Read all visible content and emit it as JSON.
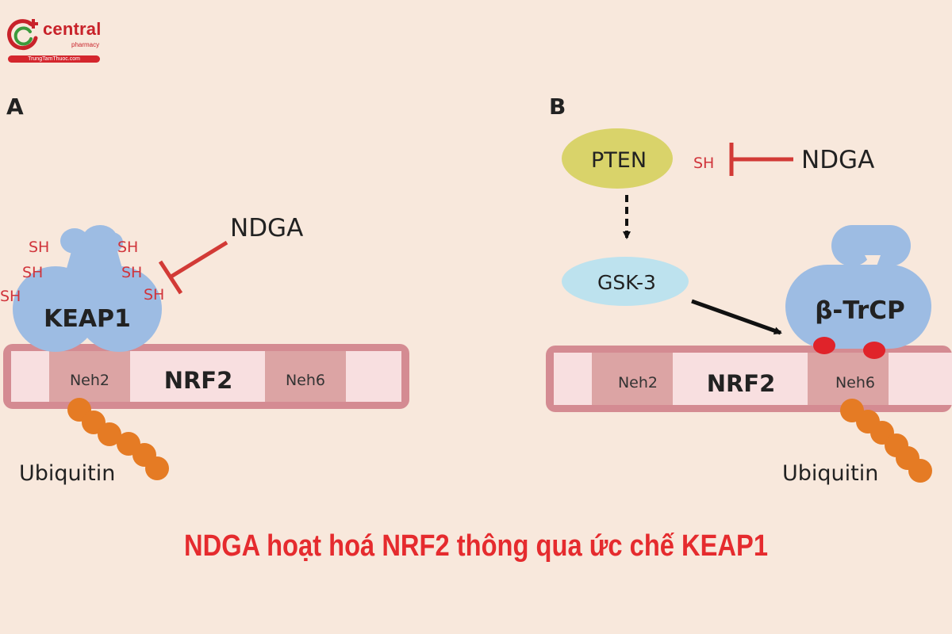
{
  "logo": {
    "brand": "central",
    "sub": "pharmacy",
    "site": "TrungTamThuoc.com"
  },
  "panel_a": {
    "label": "A",
    "sh": [
      "SH",
      "SH",
      "SH",
      "SH",
      "SH",
      "SH"
    ],
    "ndga": "NDGA",
    "keap1": "KEAP1",
    "nrf2": "NRF2",
    "neh2": "Neh2",
    "neh6": "Neh6",
    "ubiquitin": "Ubiquitin"
  },
  "panel_b": {
    "label": "B",
    "pten": "PTEN",
    "sh": "SH",
    "ndga": "NDGA",
    "gsk3": "GSK-3",
    "btrcp": "β-TrCP",
    "nrf2": "NRF2",
    "neh2": "Neh2",
    "neh6": "Neh6",
    "ubiquitin": "Ubiquitin"
  },
  "caption": "NDGA hoạt hoá NRF2 thông qua ức chế KEAP1",
  "colors": {
    "background": "#f8e8dc",
    "protein_blue": "#9dbce3",
    "bar_outer": "#d48b92",
    "bar_light": "#f8dfe0",
    "segment_dark": "#dca4a4",
    "ubiquitin": "#e57b24",
    "sh_red": "#d0343b",
    "inhibit_red": "#d23a36",
    "pten_yellow": "#d9d36a",
    "gsk_blue": "#bde2ee",
    "caption_red": "#e52b2e"
  }
}
